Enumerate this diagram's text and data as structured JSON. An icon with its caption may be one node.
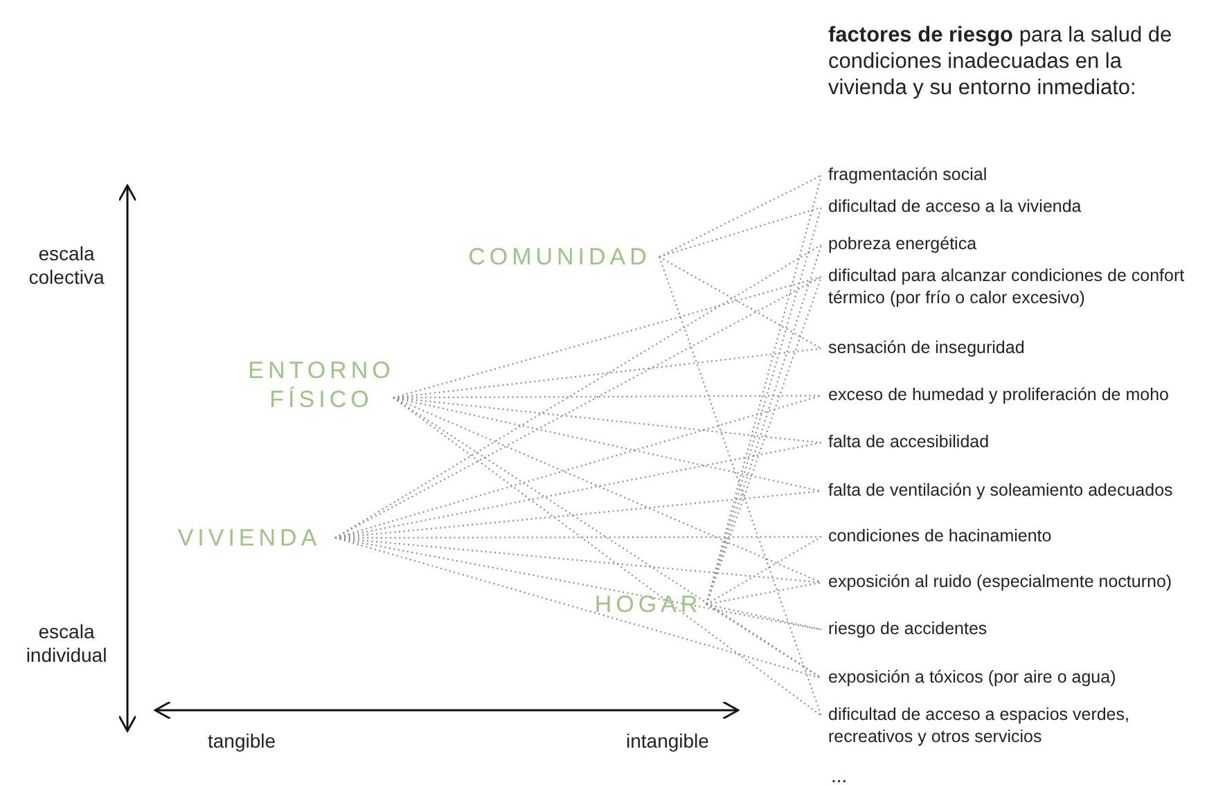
{
  "diagram": {
    "title": "**factores de riesgo** para la salud de condiciones inadecuadas en la vivienda y su entorno inmediato:",
    "nodes": [
      {
        "text": [
          "COMUNIDAD"
        ]
      },
      {
        "text": [
          "ENTORNO FÍSICO"
        ]
      },
      {
        "text": [
          "VIVIENDA"
        ]
      },
      {
        "text": [
          "HOGAR"
        ]
      },
      {
        "text": [
          "fragmentación social"
        ]
      },
      {
        "text": [
          "dificultad de acceso a la vivienda"
        ]
      },
      {
        "text": [
          "pobreza energética"
        ]
      },
      {
        "text": [
          "dificultad para alcanzar condiciones de confort térmico (por frío o calor excesivo)"
        ]
      },
      {
        "text": [
          "sensación de inseguridad"
        ]
      },
      {
        "text": [
          "exceso de humedad y proliferación de moho"
        ]
      },
      {
        "text": [
          "falta de accesibilidad"
        ]
      },
      {
        "text": [
          "falta de ventilación y soleamiento adecuados"
        ]
      },
      {
        "text": [
          "condiciones de hacinamiento"
        ]
      },
      {
        "text": [
          "exposición al ruido (especialmente nocturno)"
        ]
      },
      {
        "text": [
          "riesgo de accidentes"
        ]
      },
      {
        "text": [
          "exposición a tóxicos (por aire o agua)"
        ]
      },
      {
        "text": [
          "dificultad de acceso a espacios verdes, recreativos y otros servicios"
        ]
      }
    ],
    "edges": [
      {
        "from": 0,
        "to": 4,
        "arrow": "none"
      },
      {
        "from": 0,
        "to": 5,
        "arrow": "none"
      },
      {
        "from": 0,
        "to": 8,
        "arrow": "none"
      },
      {
        "from": 0,
        "to": 16,
        "arrow": "none"
      },
      {
        "from": 1,
        "to": 7,
        "arrow": "none"
      },
      {
        "from": 1,
        "to": 8,
        "arrow": "none"
      },
      {
        "from": 1,
        "to": 9,
        "arrow": "none"
      },
      {
        "from": 1,
        "to": 10,
        "arrow": "none"
      },
      {
        "from": 1,
        "to": 11,
        "arrow": "none"
      },
      {
        "from": 1,
        "to": 13,
        "arrow": "none"
      },
      {
        "from": 1,
        "to": 15,
        "arrow": "none"
      },
      {
        "from": 1,
        "to": 16,
        "arrow": "none"
      },
      {
        "from": 2,
        "to": 6,
        "arrow": "none"
      },
      {
        "from": 2,
        "to": 7,
        "arrow": "none"
      },
      {
        "from": 2,
        "to": 9,
        "arrow": "none"
      },
      {
        "from": 2,
        "to": 10,
        "arrow": "none"
      },
      {
        "from": 2,
        "to": 11,
        "arrow": "none"
      },
      {
        "from": 2,
        "to": 12,
        "arrow": "none"
      },
      {
        "from": 2,
        "to": 13,
        "arrow": "none"
      },
      {
        "from": 2,
        "to": 14,
        "arrow": "none"
      },
      {
        "from": 2,
        "to": 15,
        "arrow": "none"
      },
      {
        "from": 3,
        "to": 4,
        "arrow": "none"
      },
      {
        "from": 3,
        "to": 5,
        "arrow": "none"
      },
      {
        "from": 3,
        "to": 6,
        "arrow": "none"
      },
      {
        "from": 3,
        "to": 7,
        "arrow": "none"
      },
      {
        "from": 3,
        "to": 12,
        "arrow": "none"
      },
      {
        "from": 3,
        "to": 13,
        "arrow": "none"
      },
      {
        "from": 3,
        "to": 14,
        "arrow": "none"
      },
      {
        "from": 3,
        "to": 15,
        "arrow": "none"
      }
    ],
    "labels": [
      "escala colectiva",
      "escala individual",
      "tangible",
      "intangible",
      "..."
    ]
  }
}
